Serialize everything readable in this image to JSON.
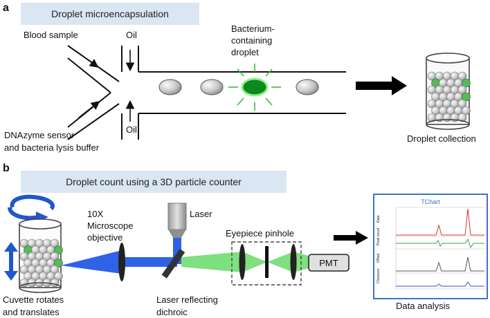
{
  "panel_a": {
    "letter": "a",
    "header": "Droplet microencapsulation",
    "blood_sample": "Blood sample",
    "oil_top": "Oil",
    "oil_bottom": "Oil",
    "bacterium_line1": "Bacterium-",
    "bacterium_line2": "containing",
    "bacterium_line3": "droplet",
    "dnazyme_line1": "DNAzyme sensor",
    "dnazyme_line2": "and bacteria lysis buffer",
    "droplet_collection": "Droplet collection"
  },
  "panel_b": {
    "letter": "b",
    "header": "Droplet count using a 3D particle counter",
    "objective_line1": "10X",
    "objective_line2": "Microscope",
    "objective_line3": "objective",
    "laser": "Laser",
    "eyepiece": "Eyepiece pinhole",
    "pmt": "PMT",
    "cuvette_line1": "Cuvette rotates",
    "cuvette_line2": "and translates",
    "dichroic_line1": "Laser reflecting",
    "dichroic_line2": "dichroic",
    "data_analysis": "Data analysis",
    "tchart_title": "TChart",
    "tchart_axis_labels": [
      "Data",
      "Peak count",
      "Offset",
      "Chirpsure"
    ]
  },
  "colors": {
    "header_bg": "#dbe6f3",
    "laser_blue": "#2f62e6",
    "fluorescence_green": "#7fe07f",
    "droplet_green": "#0c8a1e",
    "chart_border": "#3f72c4"
  }
}
